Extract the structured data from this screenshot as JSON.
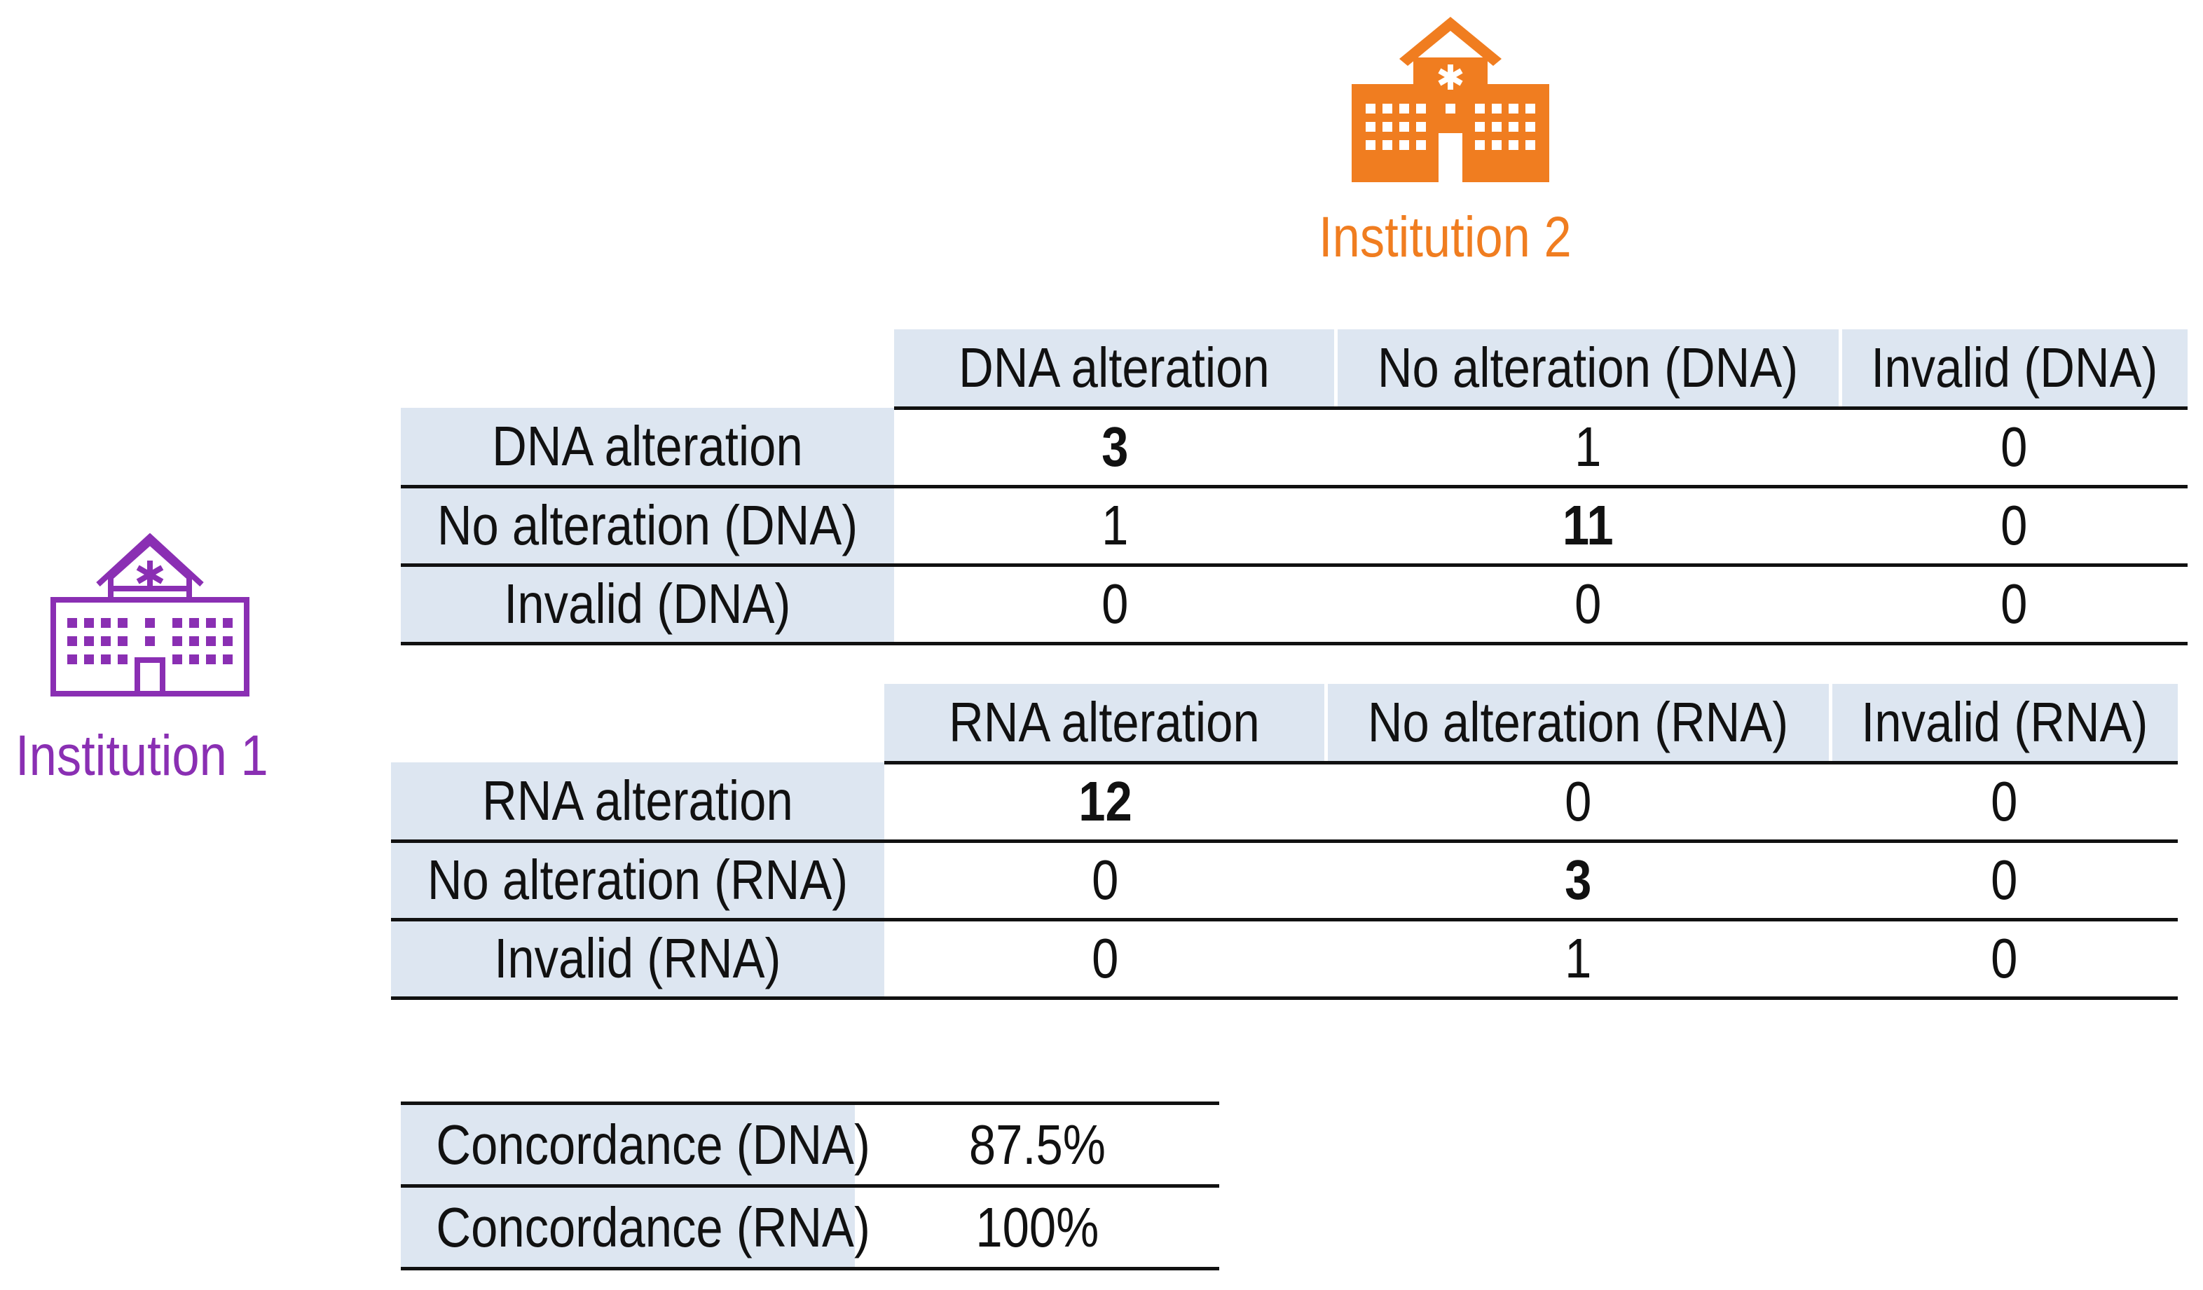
{
  "institution_1": {
    "label": "Institution 1",
    "color": "#8a2fb3",
    "icon": "hospital-icon"
  },
  "institution_2": {
    "label": "Institution 2",
    "color": "#f07d20",
    "icon": "hospital-icon"
  },
  "dna_table": {
    "columns": [
      "DNA alteration",
      "No alteration (DNA)",
      "Invalid (DNA)"
    ],
    "rows": [
      {
        "label": "DNA alteration",
        "values": [
          "3",
          "1",
          "0"
        ]
      },
      {
        "label": "No alteration (DNA)",
        "values": [
          "1",
          "11",
          "0"
        ]
      },
      {
        "label": "Invalid (DNA)",
        "values": [
          "0",
          "0",
          "0"
        ]
      }
    ]
  },
  "rna_table": {
    "columns": [
      "RNA alteration",
      "No alteration (RNA)",
      "Invalid (RNA)"
    ],
    "rows": [
      {
        "label": "RNA alteration",
        "values": [
          "12",
          "0",
          "0"
        ]
      },
      {
        "label": "No alteration (RNA)",
        "values": [
          "0",
          "3",
          "0"
        ]
      },
      {
        "label": "Invalid (RNA)",
        "values": [
          "0",
          "1",
          "0"
        ]
      }
    ]
  },
  "concordance": [
    {
      "label": "Concordance (DNA)",
      "value": "87.5%"
    },
    {
      "label": "Concordance (RNA)",
      "value": "100%"
    }
  ],
  "colors": {
    "header_fill": "#dde6f1",
    "rule": "#111111"
  }
}
